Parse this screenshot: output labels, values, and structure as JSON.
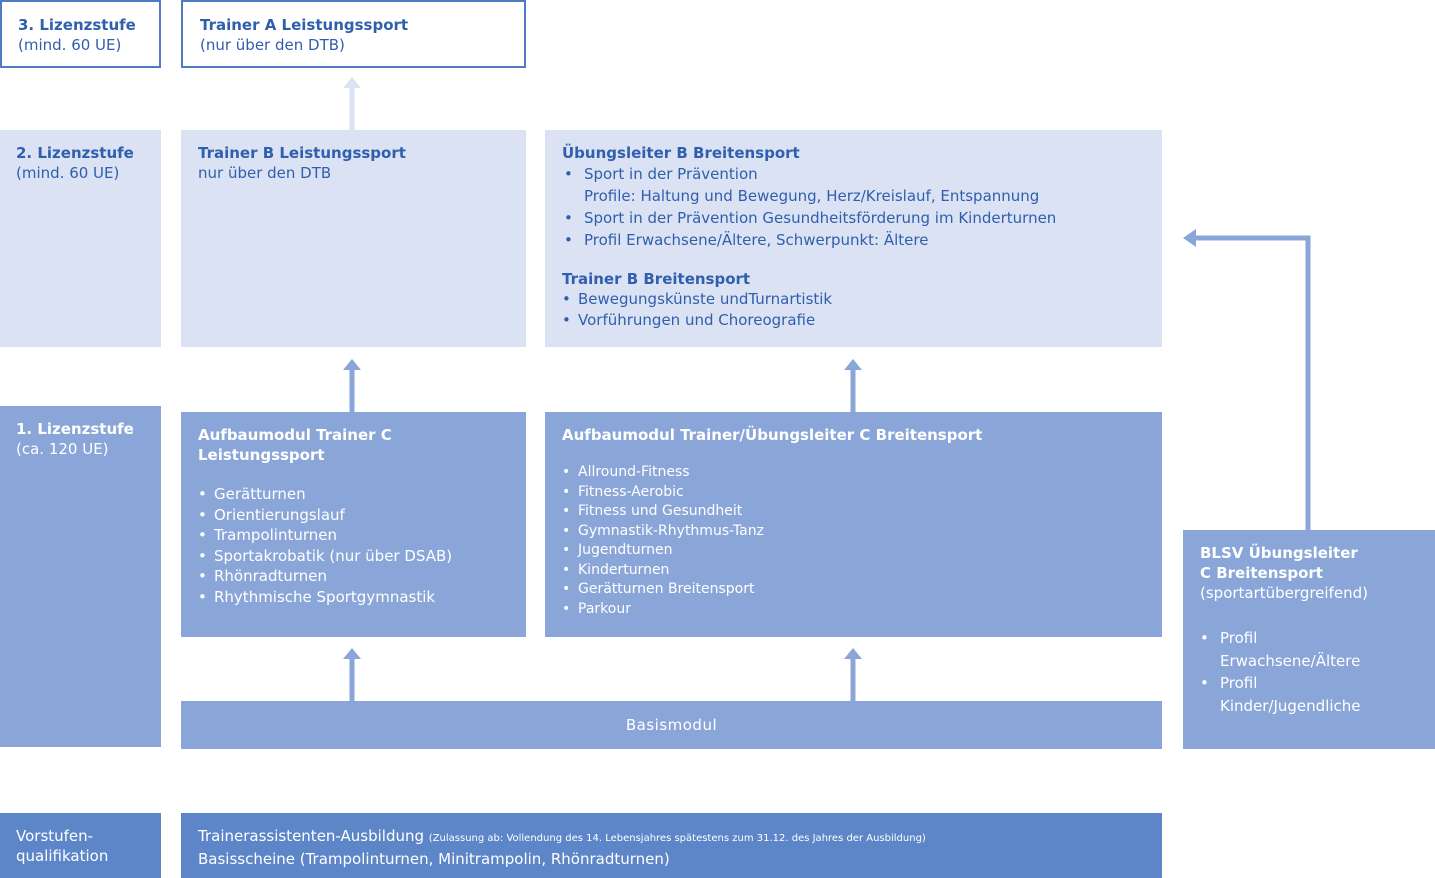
{
  "colors": {
    "outline": "#4e7bc3",
    "pale": "#dbe2f3",
    "mid": "#8aa6d8",
    "deep": "#5d86c8",
    "title_blue": "#2f5fad"
  },
  "levels": {
    "l3": {
      "title": "3. Lizenzstufe",
      "sub": "(mind. 60 UE)"
    },
    "l2": {
      "title": "2. Lizenzstufe",
      "sub": "(mind. 60 UE)"
    },
    "l1": {
      "title": "1. Lizenzstufe",
      "sub": "(ca. 120 UE)"
    },
    "pre": {
      "line1": "Vorstufen-",
      "line2": "qualifikation"
    }
  },
  "trainer_a": {
    "title": "Trainer A Leistungssport",
    "sub": "(nur über den DTB)"
  },
  "trainer_b_ls": {
    "title": "Trainer B Leistungssport",
    "sub": "nur über den DTB"
  },
  "uebungsleiter_b": {
    "title": "Übungsleiter B Breitensport",
    "item1": "Sport in der Prävention",
    "item1_detail": "Profile: Haltung und Bewegung, Herz/Kreislauf, Entspannung",
    "item2": "Sport in der Prävention Gesundheitsförderung im Kinderturnen",
    "item3": "Profil Erwachsene/Ältere, Schwerpunkt: Ältere"
  },
  "trainer_b_bs": {
    "title": "Trainer B Breitensport",
    "items": [
      "Bewegungskünste undTurnartistik",
      "Vorführungen und Choreografie"
    ]
  },
  "aufbau_ls": {
    "title": "Aufbaumodul Trainer C Leistungssport",
    "items": [
      "Gerätturnen",
      "Orientierungslauf",
      "Trampolinturnen",
      "Sportakrobatik (nur über DSAB)",
      "Rhönradturnen",
      "Rhythmische Sportgymnastik"
    ]
  },
  "aufbau_bs": {
    "title": "Aufbaumodul Trainer/Übungsleiter C Breitensport",
    "items": [
      "Allround-Fitness",
      "Fitness-Aerobic",
      "Fitness und Gesundheit",
      "Gymnastik-Rhythmus-Tanz",
      "Jugendturnen",
      "Kinderturnen",
      "Gerätturnen Breitensport",
      "Parkour"
    ]
  },
  "basismodul": {
    "label": "Basismodul"
  },
  "blsv": {
    "title1": "BLSV Übungsleiter",
    "title2": "C Breitensport",
    "sub": "(sportartübergreifend)",
    "items": [
      "Profil",
      "Erwachsene/Ältere",
      "Profil",
      "Kinder/Jugendliche"
    ]
  },
  "assistant": {
    "title": "Trainerassistenten-Ausbildung",
    "note": "(Zulassung ab: Vollendung des 14. Lebensjahres spätestens zum 31.12. des Jahres der Ausbildung)",
    "line2": "Basisscheine (Trampolinturnen, Minitrampolin, Rhönradturnen)"
  }
}
